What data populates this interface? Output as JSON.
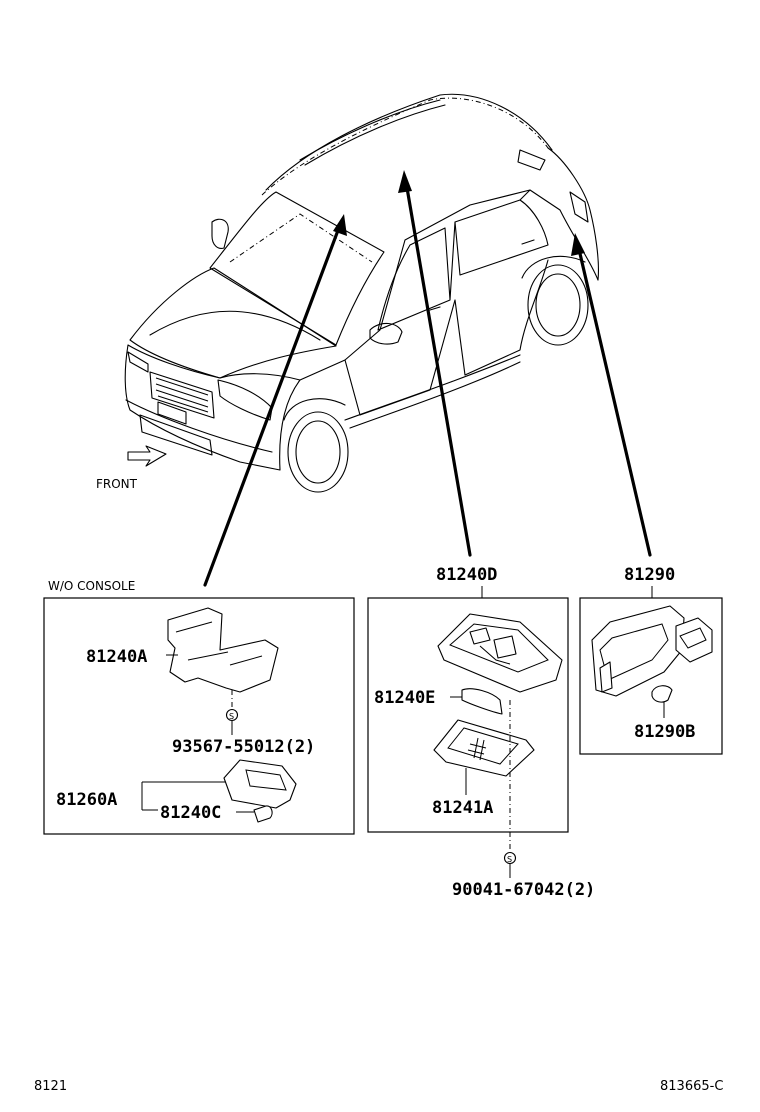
{
  "vehicle": {
    "direction_label": "FRONT"
  },
  "groups": [
    {
      "note": "W/O CONSOLE",
      "parts": [
        "81240A",
        "93567-55012(2)",
        "81260A",
        "81240C"
      ]
    },
    {
      "header": "81240D",
      "parts": [
        "81240E",
        "81241A",
        "90041-67042(2)"
      ]
    },
    {
      "header": "81290",
      "parts": [
        "81290B"
      ]
    }
  ],
  "footer": {
    "page_code": "8121",
    "illustration_code": "813665-C"
  }
}
